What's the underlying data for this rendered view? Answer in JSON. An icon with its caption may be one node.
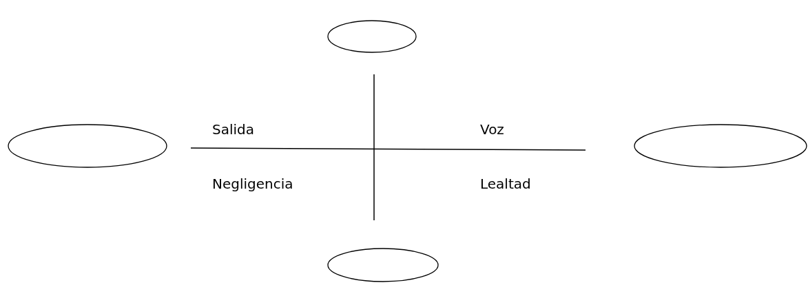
{
  "diagram": {
    "nodes": [
      {
        "text": [],
        "shape": "ellipse"
      },
      {
        "text": [],
        "shape": "ellipse"
      },
      {
        "text": [],
        "shape": "ellipse"
      },
      {
        "text": [],
        "shape": "ellipse"
      }
    ],
    "labels": [
      "Salida",
      "Voz",
      "Negligencia",
      "Lealtad"
    ]
  }
}
